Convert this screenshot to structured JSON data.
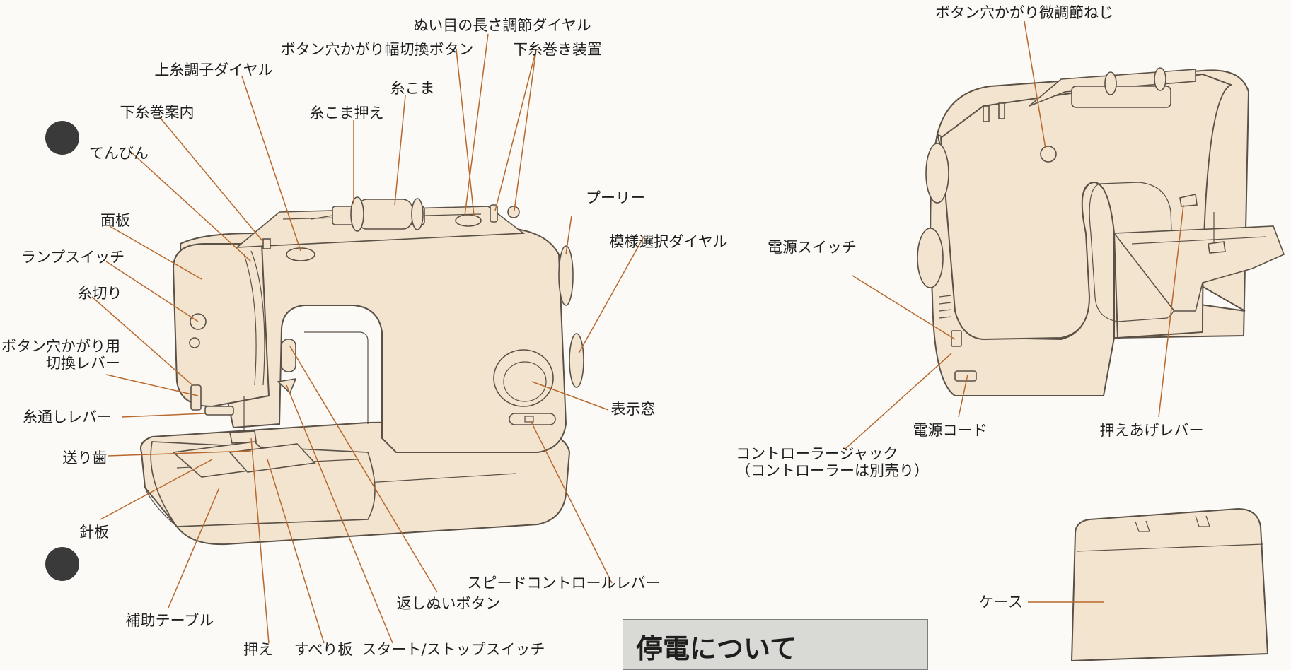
{
  "colors": {
    "machine_body": "#f2e4cf",
    "outline": "#5a5046",
    "leader_line": "#b8682d",
    "notice_box": "#d9d9d5",
    "bullet": "#3a3a3a"
  },
  "front_labels": {
    "stitch_length_dial": "ぬい目の長さ調節ダイヤル",
    "buttonhole_width_button": "ボタン穴かがり幅切換ボタン",
    "bobbin_winder": "下糸巻き装置",
    "upper_tension_dial": "上糸調子ダイヤル",
    "spool_pin": "糸こま",
    "bobbin_winding_guide": "下糸巻案内",
    "spool_cap": "糸こま押え",
    "thread_take_up": "てんびん",
    "pulley": "プーリー",
    "face_plate": "面板",
    "pattern_dial": "模様選択ダイヤル",
    "lamp_switch": "ランプスイッチ",
    "thread_cutter": "糸切り",
    "buttonhole_lever": "ボタン穴かがり用\n切換レバー",
    "display_window": "表示窓",
    "threader_lever": "糸通しレバー",
    "feed_dogs": "送り歯",
    "needle_plate": "針板",
    "speed_lever": "スピードコントロールレバー",
    "reverse_button": "返しぬいボタン",
    "extension_table": "補助テーブル",
    "presser_foot": "押え",
    "slide_plate": "すべり板",
    "start_stop_switch": "スタート/ストップスイッチ"
  },
  "back_labels": {
    "buttonhole_fine_screw": "ボタン穴かがり微調節ねじ",
    "power_switch": "電源スイッチ",
    "power_cord": "電源コード",
    "presser_lever": "押えあげレバー",
    "controller_jack": "コントローラージャック\n（コントローラーは別売り）",
    "case": "ケース"
  },
  "notice": {
    "title": "停電について"
  }
}
